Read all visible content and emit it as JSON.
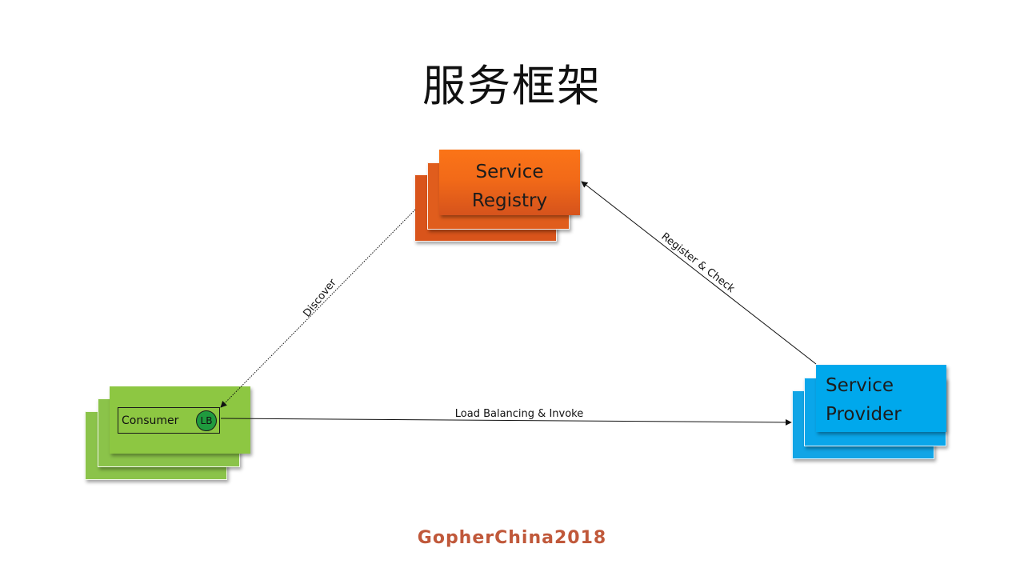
{
  "title": "服务框架",
  "nodes": {
    "registry": {
      "label": "Service\nRegistry",
      "color": "#f26a18"
    },
    "consumer": {
      "label": "Consumer",
      "badge": "LB",
      "color": "#8dc742",
      "badge_color": "#1f9a3e"
    },
    "provider": {
      "label": "Service\nProvider",
      "color": "#00a8ec"
    }
  },
  "edges": {
    "discover": {
      "label": "Discover",
      "from": "registry",
      "to": "consumer"
    },
    "register": {
      "label": "Register & Check",
      "from": "provider",
      "to": "registry"
    },
    "invoke": {
      "label": "Load Balancing & Invoke",
      "from": "consumer",
      "to": "provider"
    }
  },
  "footer": "GopherChina2018",
  "footer_color": "#c0583a"
}
